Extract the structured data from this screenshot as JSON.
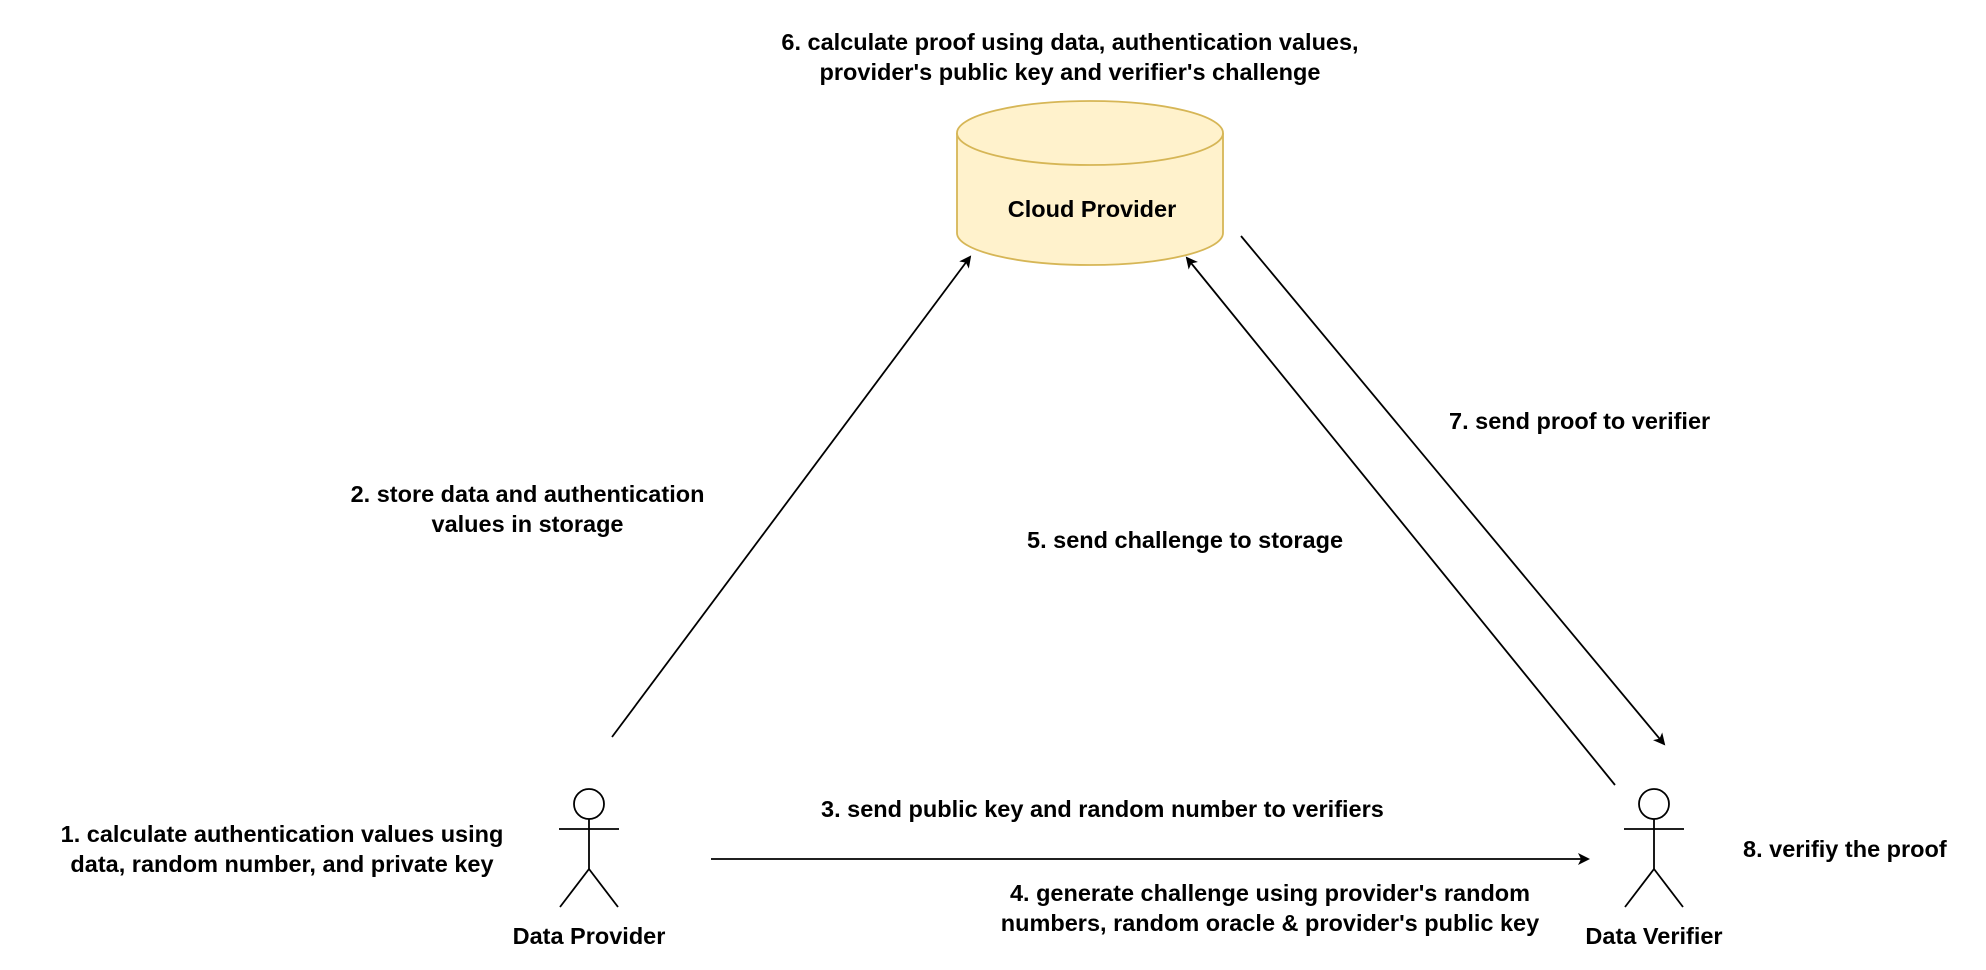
{
  "nodes": {
    "cloud": {
      "label": "Cloud Provider",
      "fill": "#fff2cc",
      "stroke": "#d6b656"
    },
    "provider": {
      "label": "Data Provider"
    },
    "verifier": {
      "label": "Data Verifier"
    }
  },
  "steps": {
    "s1": [
      "1. calculate authentication values using",
      "data, random number, and private key"
    ],
    "s2": [
      "2. store data and authentication",
      "values in storage"
    ],
    "s3": [
      "3. send public key and random number to verifiers"
    ],
    "s4": [
      "4. generate challenge using provider's random",
      "numbers, random oracle & provider's public key"
    ],
    "s5": [
      "5. send challenge to storage"
    ],
    "s6": [
      "6.  calculate proof using data, authentication values,",
      "provider's public key and verifier's challenge"
    ],
    "s7": [
      "7. send proof to verifier"
    ],
    "s8": [
      "8. verifiy the proof"
    ]
  },
  "colors": {
    "line": "#000000",
    "text": "#000000",
    "background": "#ffffff"
  }
}
